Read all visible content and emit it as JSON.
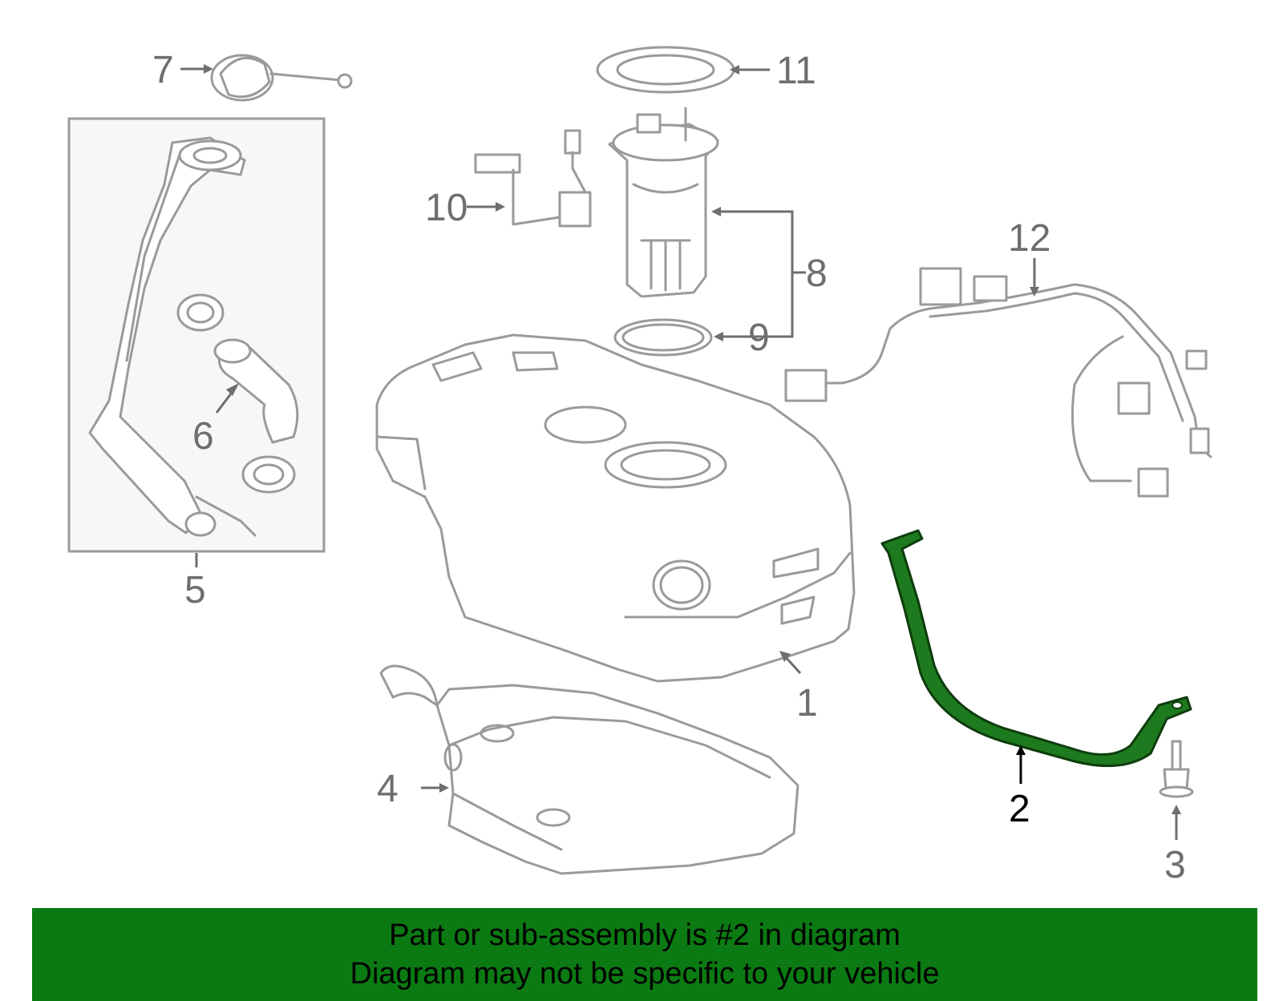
{
  "diagram": {
    "highlight_color": "#1e7a1e",
    "callouts": [
      {
        "id": "1",
        "label": "1"
      },
      {
        "id": "2",
        "label": "2",
        "highlighted": true
      },
      {
        "id": "3",
        "label": "3"
      },
      {
        "id": "4",
        "label": "4"
      },
      {
        "id": "5",
        "label": "5"
      },
      {
        "id": "6",
        "label": "6"
      },
      {
        "id": "7",
        "label": "7"
      },
      {
        "id": "8",
        "label": "8"
      },
      {
        "id": "9",
        "label": "9"
      },
      {
        "id": "10",
        "label": "10"
      },
      {
        "id": "11",
        "label": "11"
      },
      {
        "id": "12",
        "label": "12"
      }
    ]
  },
  "banner": {
    "background": "#0b7a12",
    "line1": "Part or sub-assembly is #2 in diagram",
    "line2": "Diagram may not be specific to your vehicle"
  }
}
